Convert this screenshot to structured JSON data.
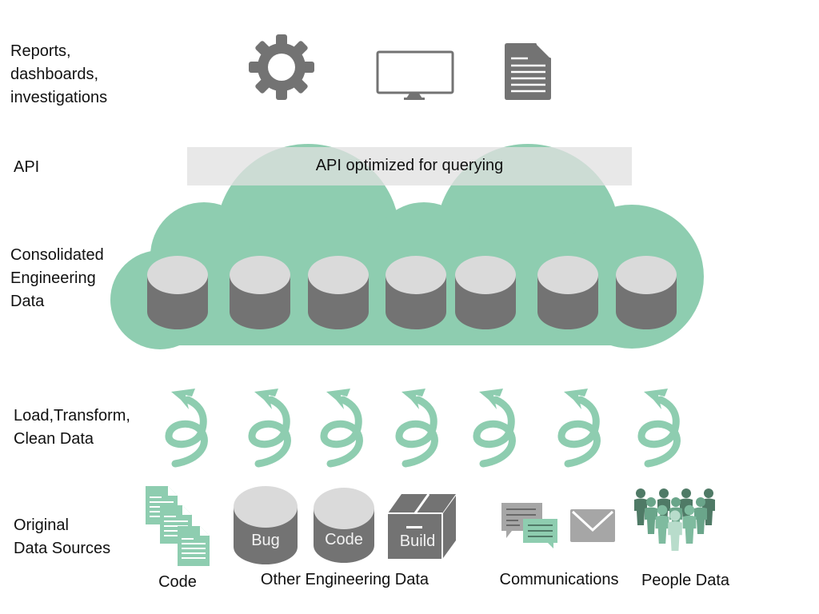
{
  "layers": {
    "reports": "Reports,\ndashboards,\ninvestigations",
    "api": "API",
    "consolidated": "Consolidated\nEngineering\nData",
    "etl": "Load,Transform,\nClean Data",
    "sources": "Original\nData Sources"
  },
  "api_bar": {
    "label": "API optimized for querying"
  },
  "top_icons": [
    "gear-icon",
    "monitor-icon",
    "document-icon"
  ],
  "database_count": 7,
  "etl_spiral_count": 7,
  "sources": {
    "code_caption": "Code",
    "other_caption": "Other Engineering Data",
    "bug_label": "Bug",
    "code_db_label": "Code",
    "build_label": "Build",
    "communications_caption": "Communications",
    "people_caption": "People Data"
  },
  "colors": {
    "accent_green": "#8ecdb0",
    "icon_gray": "#737373",
    "db_top": "#dadada",
    "api_bar": "#e0e0e0"
  }
}
